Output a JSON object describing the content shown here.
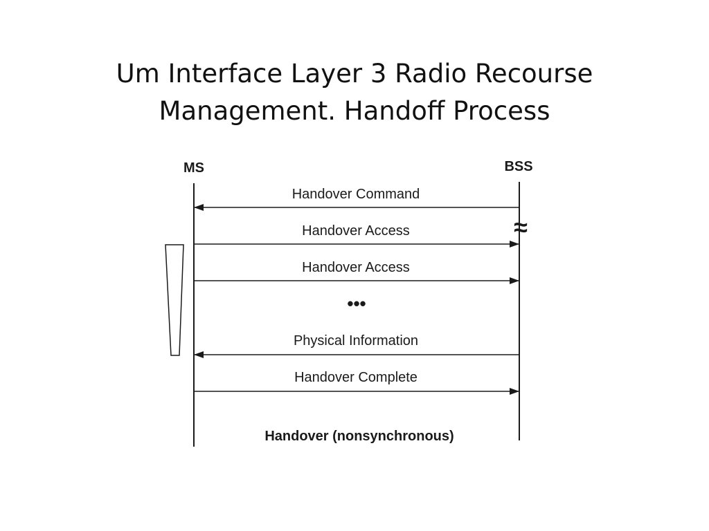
{
  "slide": {
    "title_line1": "Um Interface Layer 3 Radio Recourse",
    "title_line2": "Management. Handoff Process"
  },
  "diagram": {
    "entities": {
      "left": "MS",
      "right": "BSS"
    },
    "messages": [
      {
        "label": "Handover Command",
        "direction": "BSS-to-MS"
      },
      {
        "label": "Handover Access",
        "direction": "MS-to-BSS"
      },
      {
        "label": "Handover Access",
        "direction": "MS-to-BSS"
      },
      {
        "label": "Physical Information",
        "direction": "BSS-to-MS"
      },
      {
        "label": "Handover Complete",
        "direction": "MS-to-BSS"
      }
    ],
    "continuation": "•••",
    "break_mark": "≈",
    "caption": "Handover (nonsynchronous)"
  }
}
